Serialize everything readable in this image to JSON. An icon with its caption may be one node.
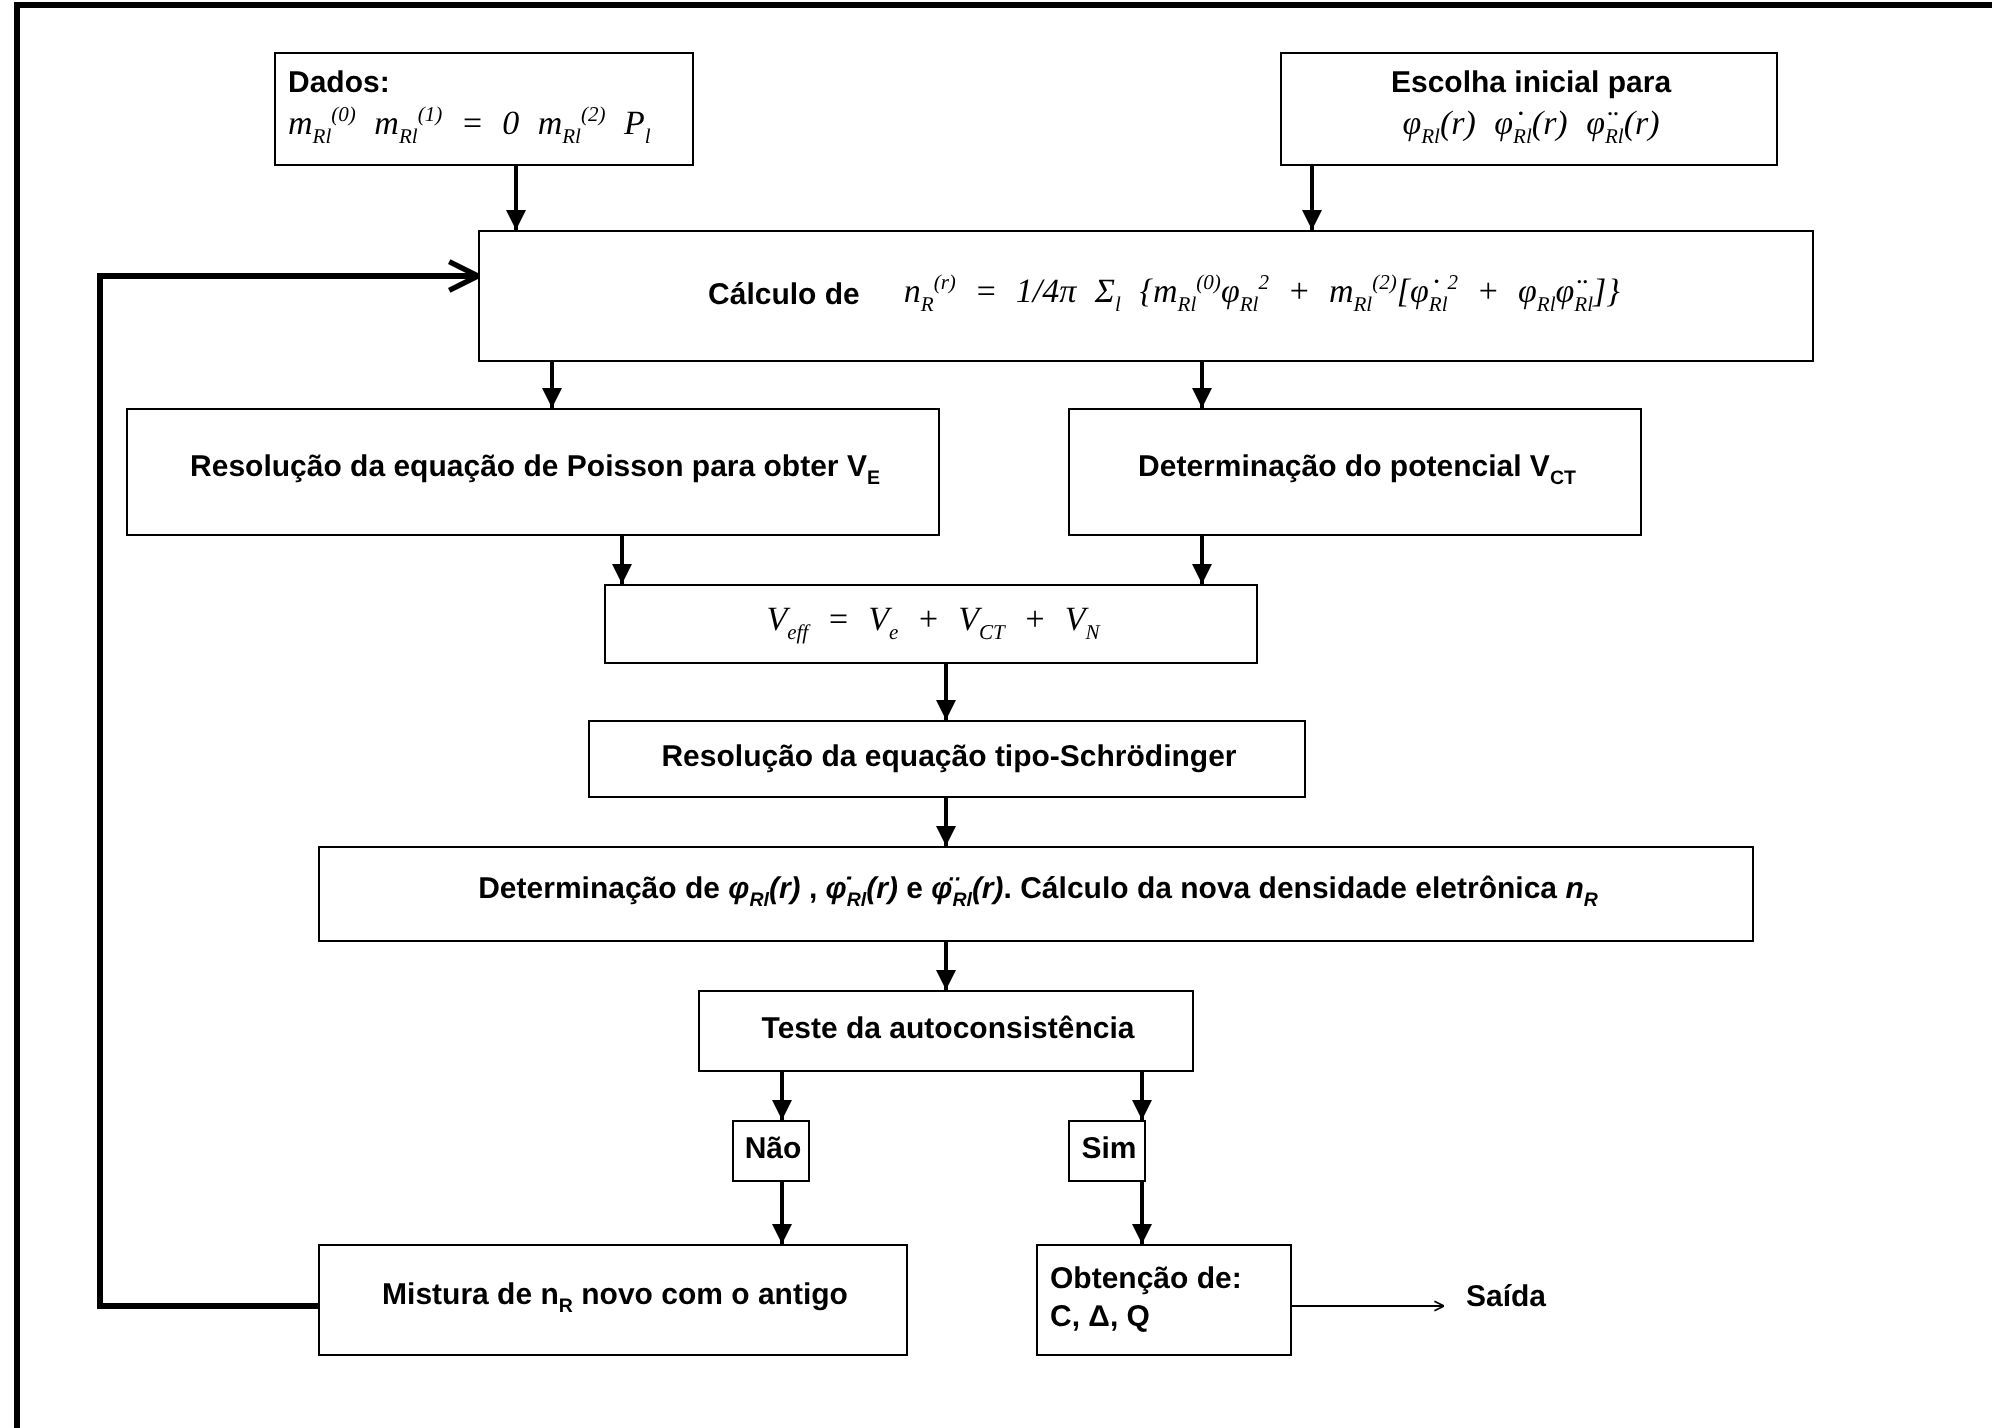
{
  "diagram": {
    "nodes": [
      {
        "text": [
          "Dados:",
          "m$_{Rl}$$^{(0)}$ m$_{Rl}$$^{(1)}$ = 0 m$_{Rl}$$^{(2)}$ P$_{l}$"
        ]
      },
      {
        "text": [
          "Escolha inicial para",
          "φ$_{Rl}$(r) φ̇$_{Rl}$(r) φ̈$_{Rl}$(r)"
        ]
      },
      {
        "text": [
          "Cálculo de",
          "n$_{R}$$^{(r)}$ = 1/4π Σ$_{l}$ {m$_{Rl}$$^{(0)}$φ$_{Rl}$$^{2}$ + m$_{Rl}$$^{(2)}$[φ̇$_{Rl}$$^{2}$ + φ$_{Rl}$φ̈$_{Rl}$]}"
        ]
      },
      {
        "text": [
          "Resolução da equação de Poisson para obter V$_{E}$"
        ]
      },
      {
        "text": [
          "Determinação do potencial V$_{CT}$"
        ]
      },
      {
        "text": [
          "V$_{eff}$ = V$_{e}$ + V$_{CT}$ + V$_{N}$"
        ]
      },
      {
        "text": [
          "Resolução da equação tipo-Schrödinger"
        ]
      },
      {
        "text": [
          "Determinação de *φ$_{Rl}$(r)* , *φ̇$_{Rl}$(r)* e *φ̈$_{Rl}$(r)*. Cálculo da nova densidade eletrônica *n$_{R}$*"
        ]
      },
      {
        "text": [
          "Teste da autoconsistência"
        ]
      },
      {
        "text": [
          "Não"
        ]
      },
      {
        "text": [
          "Sim"
        ]
      },
      {
        "text": [
          "Mistura de n$_{R}$ novo com o antigo"
        ]
      },
      {
        "text": [
          "Obtenção de:",
          "C, Δ, Q"
        ]
      },
      {
        "text": [
          "Saída"
        ]
      }
    ],
    "edges": [
      {
        "from": 0,
        "to": 2,
        "arrow": "to"
      },
      {
        "from": 1,
        "to": 2,
        "arrow": "to"
      },
      {
        "from": 2,
        "to": 3,
        "arrow": "to"
      },
      {
        "from": 2,
        "to": 4,
        "arrow": "to"
      },
      {
        "from": 3,
        "to": 5,
        "arrow": "to"
      },
      {
        "from": 4,
        "to": 5,
        "arrow": "to"
      },
      {
        "from": 5,
        "to": 6,
        "arrow": "to"
      },
      {
        "from": 6,
        "to": 7,
        "arrow": "to"
      },
      {
        "from": 7,
        "to": 8,
        "arrow": "to"
      },
      {
        "from": 8,
        "to": 9,
        "arrow": "to"
      },
      {
        "from": 8,
        "to": 10,
        "arrow": "to"
      },
      {
        "from": 9,
        "to": 11,
        "arrow": "to"
      },
      {
        "from": 10,
        "to": 12,
        "arrow": "to"
      },
      {
        "from": 11,
        "to": 2,
        "arrow": "to"
      },
      {
        "from": 12,
        "to": 13,
        "arrow": "to"
      }
    ]
  }
}
